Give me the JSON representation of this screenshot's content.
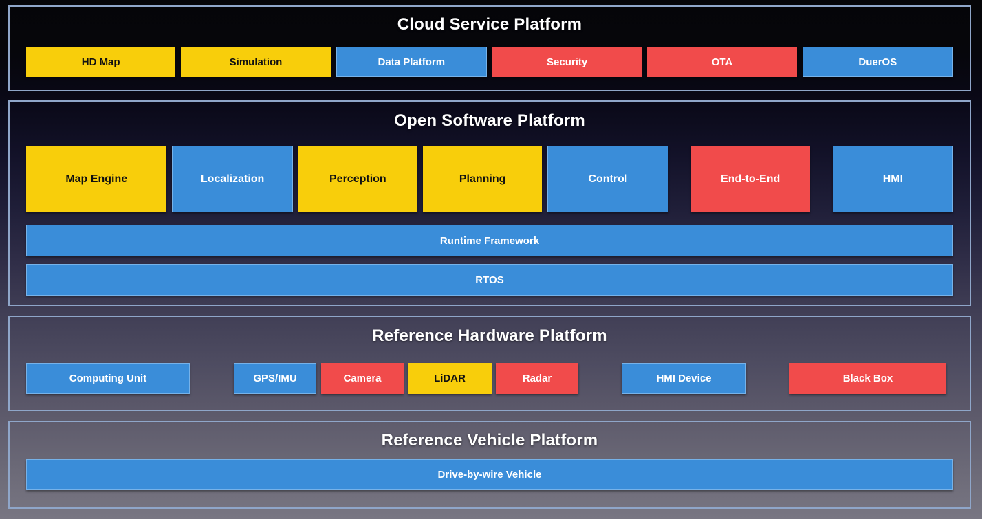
{
  "palette": {
    "yellow": "#F8CE0B",
    "blue": "#3A8DD9",
    "red": "#F14B4B",
    "section_border": "#8FA6C9",
    "title_text": "#FFFFFF"
  },
  "sections": {
    "cloud": {
      "title": "Cloud Service Platform",
      "boxes": [
        {
          "label": "HD Map",
          "color": "yellow"
        },
        {
          "label": "Simulation",
          "color": "yellow"
        },
        {
          "label": "Data Platform",
          "color": "blue"
        },
        {
          "label": "Security",
          "color": "red"
        },
        {
          "label": "OTA",
          "color": "red"
        },
        {
          "label": "DuerOS",
          "color": "blue"
        }
      ]
    },
    "software": {
      "title": "Open Software Platform",
      "modules": [
        {
          "label": "Map Engine",
          "color": "yellow"
        },
        {
          "label": "Localization",
          "color": "blue"
        },
        {
          "label": "Perception",
          "color": "yellow"
        },
        {
          "label": "Planning",
          "color": "yellow"
        },
        {
          "label": "Control",
          "color": "blue"
        },
        {
          "label": "End-to-End",
          "color": "red"
        },
        {
          "label": "HMI",
          "color": "blue"
        }
      ],
      "bars": [
        {
          "label": "Runtime Framework",
          "color": "blue"
        },
        {
          "label": "RTOS",
          "color": "blue"
        }
      ]
    },
    "hardware": {
      "title": "Reference Hardware Platform",
      "boxes": [
        {
          "label": "Computing Unit",
          "color": "blue"
        },
        {
          "label": "GPS/IMU",
          "color": "blue"
        },
        {
          "label": "Camera",
          "color": "red"
        },
        {
          "label": "LiDAR",
          "color": "yellow"
        },
        {
          "label": "Radar",
          "color": "red"
        },
        {
          "label": "HMI Device",
          "color": "blue"
        },
        {
          "label": "Black Box",
          "color": "red"
        }
      ]
    },
    "vehicle": {
      "title": "Reference Vehicle Platform",
      "bars": [
        {
          "label": "Drive-by-wire Vehicle",
          "color": "blue"
        }
      ]
    }
  }
}
